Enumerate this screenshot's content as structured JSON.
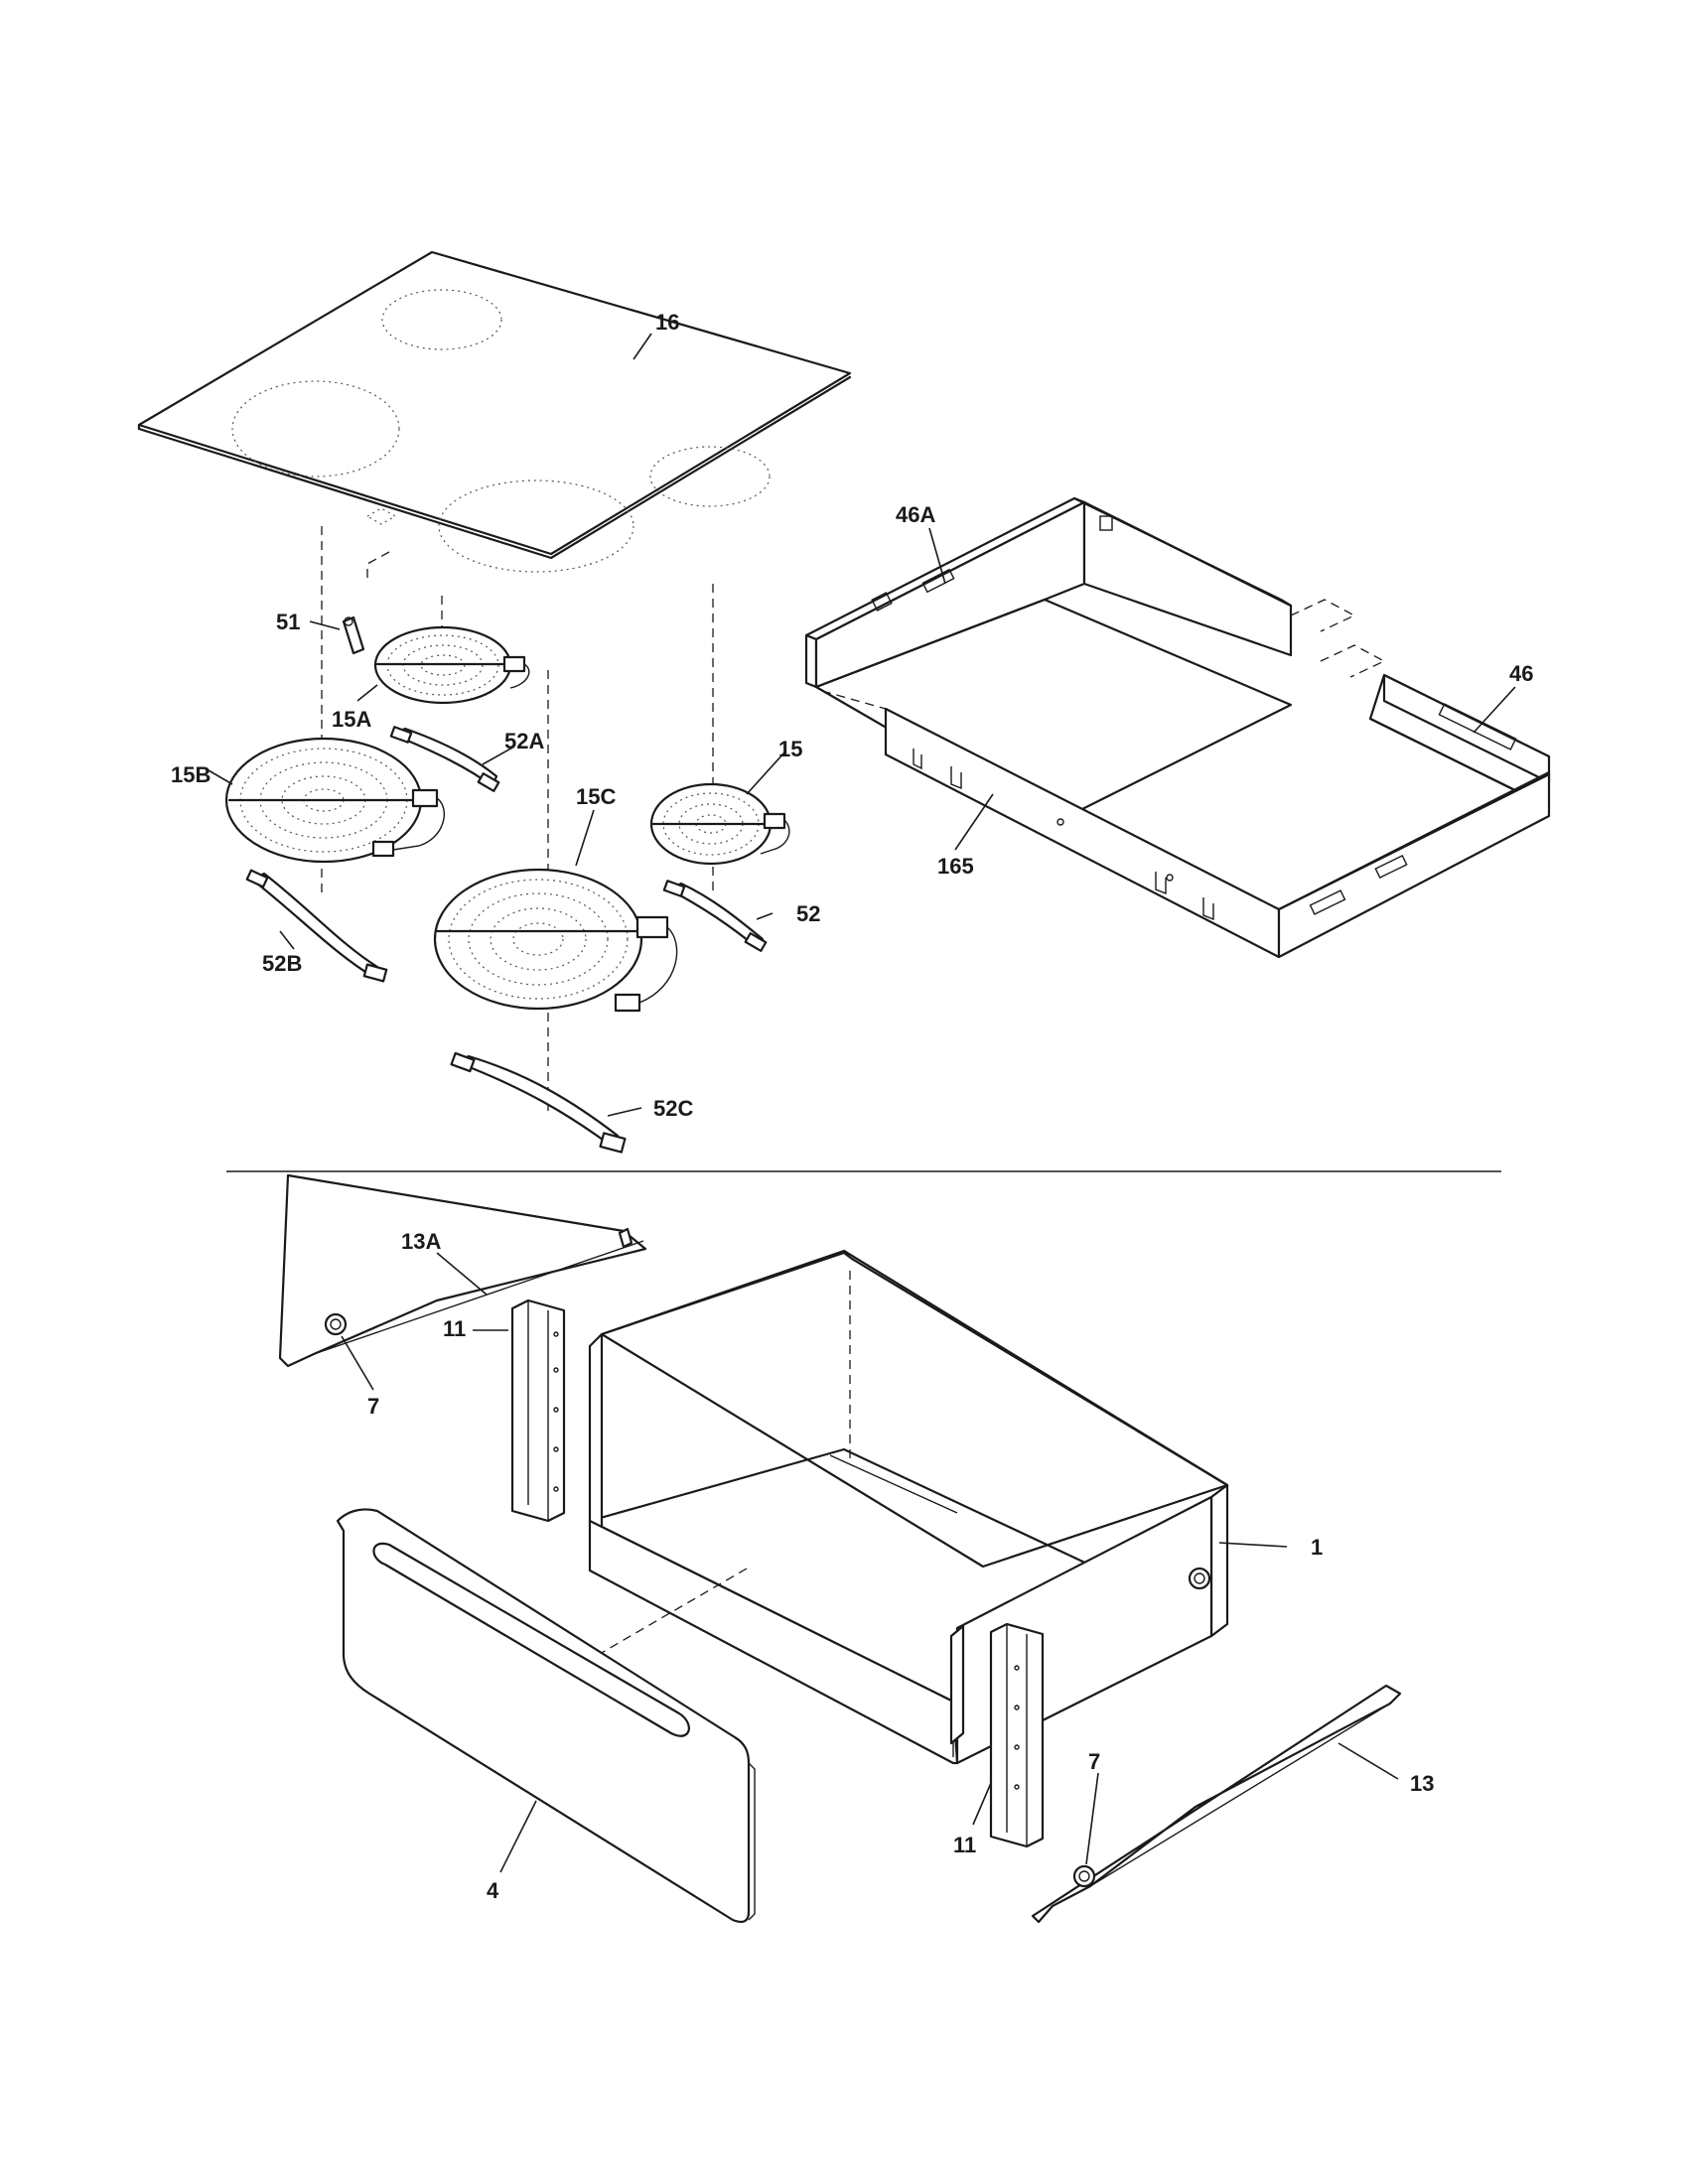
{
  "callouts": {
    "c16": "16",
    "c46A": "46A",
    "c46": "46",
    "c51": "51",
    "c15A": "15A",
    "c52A": "52A",
    "c15B": "15B",
    "c15C": "15C",
    "c15": "15",
    "c165": "165",
    "c52": "52",
    "c52B": "52B",
    "c52C": "52C",
    "c13A": "13A",
    "c11_upper": "11",
    "c7_left": "7",
    "c1": "1",
    "c13": "13",
    "c7_right": "7",
    "c11_lower": "11",
    "c4": "4"
  }
}
